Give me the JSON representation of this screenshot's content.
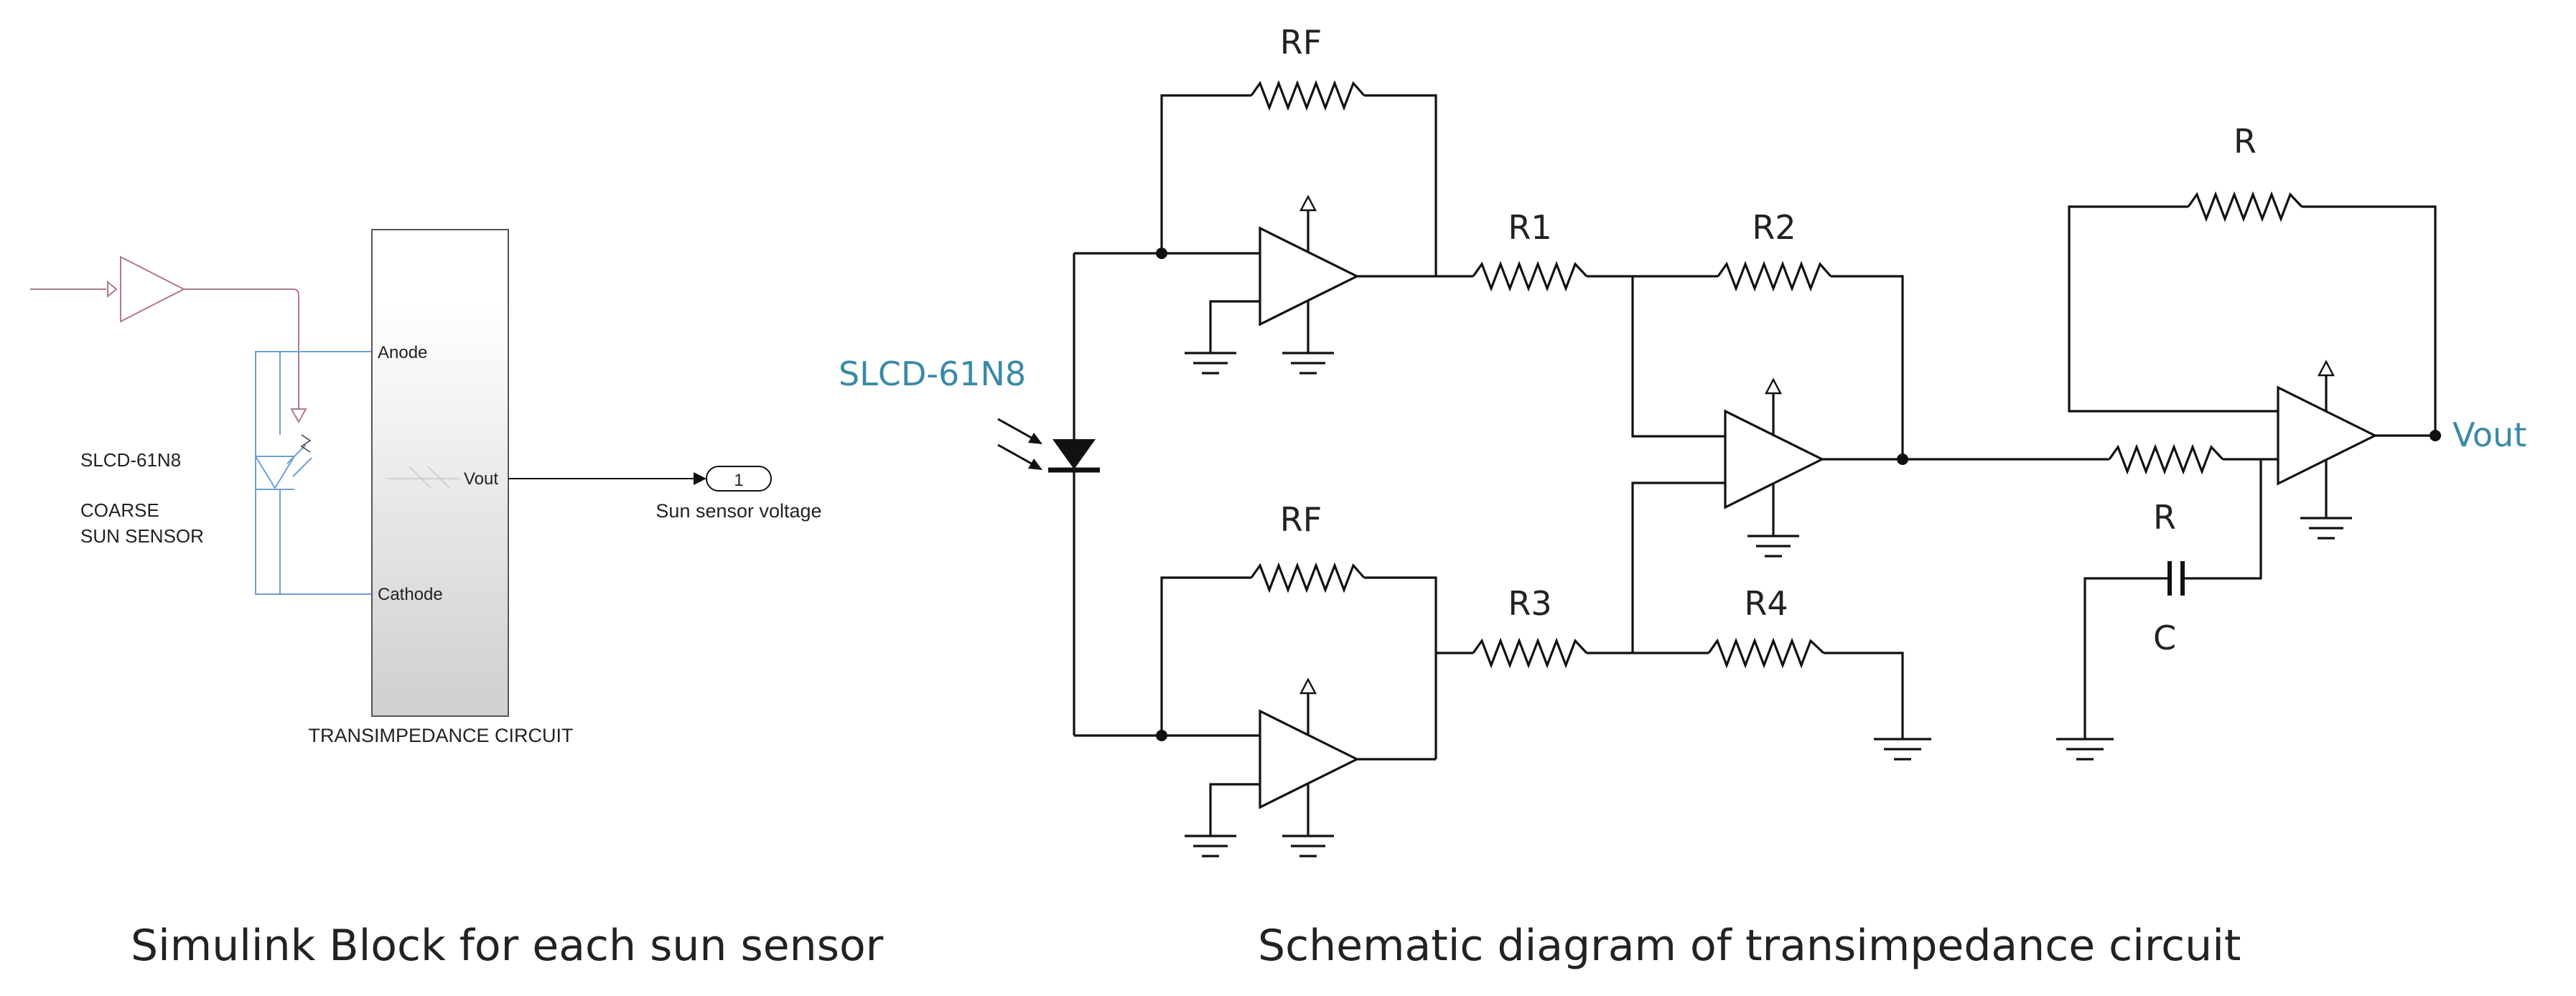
{
  "simulink": {
    "block_title": "TRANSIMPEDANCE CIRCUIT",
    "port_anode": "Anode",
    "port_cathode": "Cathode",
    "port_vout": "Vout",
    "sensor_model": "SLCD-61N8",
    "sensor_name_line1": "COARSE",
    "sensor_name_line2": "SUN SENSOR",
    "outport_number": "1",
    "outport_label": "Sun sensor voltage"
  },
  "schematic": {
    "photodiode_label": "SLCD-61N8",
    "rf_top": "RF",
    "rf_bottom": "RF",
    "r1": "R1",
    "r2": "R2",
    "r3": "R3",
    "r4": "R4",
    "r_feedback": "R",
    "r_input": "R",
    "c": "C",
    "vout": "Vout"
  },
  "captions": {
    "left": "Simulink Block for each sun sensor",
    "right": "Schematic diagram of transimpedance circuit"
  },
  "colors": {
    "accent_teal": "#3a8aa6",
    "simulink_wire": "#b07a86",
    "simulink_blue": "#6d9fd8"
  }
}
